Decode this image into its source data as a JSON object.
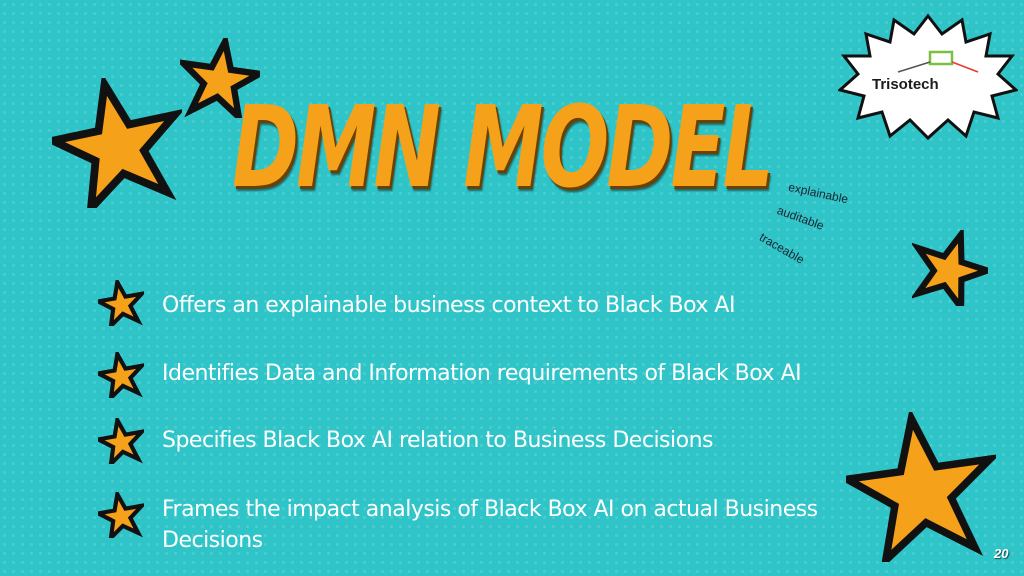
{
  "slide": {
    "title": "DMN MODEL",
    "tags": [
      "explainable",
      "auditable",
      "traceable"
    ],
    "bullets": [
      "Offers an explainable business context to Black Box AI",
      "Identifies Data and Information requirements of Black Box AI",
      "Specifies Black Box AI relation to  Business Decisions",
      "Frames the impact analysis of Black Box AI on actual Business Decisions"
    ],
    "page_number": "20"
  },
  "logo": {
    "text": "Trisotech"
  },
  "colors": {
    "background": "#2fc4c8",
    "accent": "#f6a11a",
    "star_outline": "#111111",
    "text": "#ffffff"
  },
  "icons": {
    "decoration": "star-icon",
    "bullet": "star-bullet-icon",
    "logo_badge": "starburst-badge-icon"
  }
}
